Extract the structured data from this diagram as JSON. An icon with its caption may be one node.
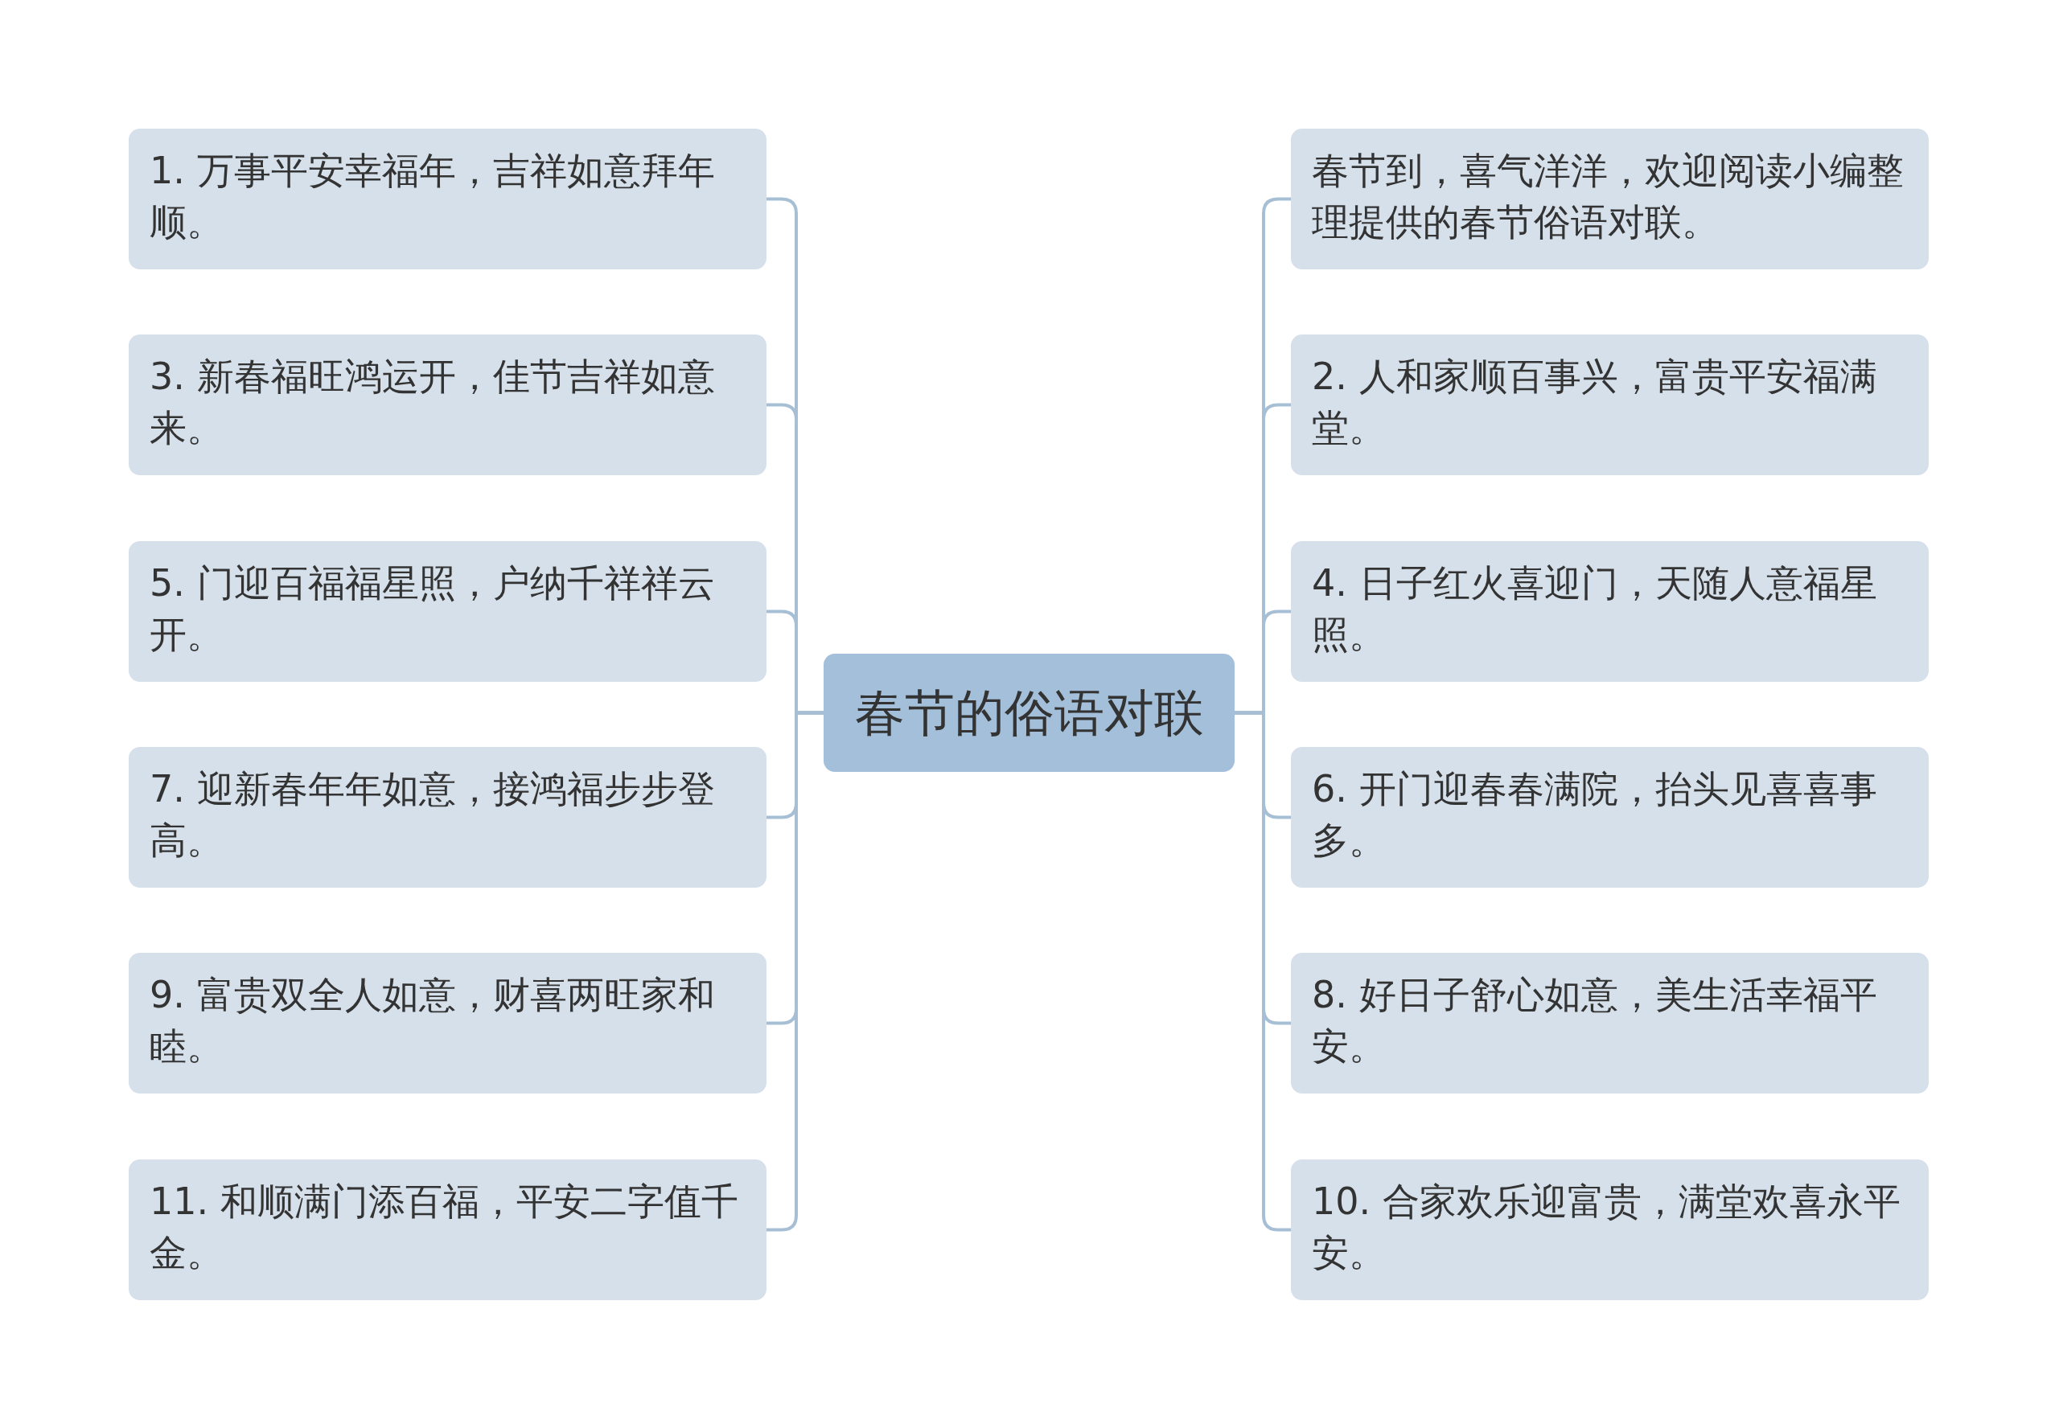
{
  "diagram": {
    "nodes": [
      {
        "text": [
          "春节的俗语对联"
        ]
      },
      {
        "text": [
          "1. 万事平安幸福年，吉祥如意拜年顺。"
        ]
      },
      {
        "text": [
          "3. 新春福旺鸿运开，佳节吉祥如意来。"
        ]
      },
      {
        "text": [
          "5. 门迎百福福星照，户纳千祥祥云开。"
        ]
      },
      {
        "text": [
          "7. 迎新春年年如意，接鸿福步步登高。"
        ]
      },
      {
        "text": [
          "9. 富贵双全人如意，财喜两旺家和睦。"
        ]
      },
      {
        "text": [
          "11. 和顺满门添百福，平安二字值千金。"
        ]
      },
      {
        "text": [
          "春节到，喜气洋洋，欢迎阅读小编整理提供的春节俗语对联。"
        ]
      },
      {
        "text": [
          "2. 人和家顺百事兴，富贵平安福满堂。"
        ]
      },
      {
        "text": [
          "4. 日子红火喜迎门，天随人意福星照。"
        ]
      },
      {
        "text": [
          "6. 开门迎春春满院，抬头见喜喜事多。"
        ]
      },
      {
        "text": [
          "8. 好日子舒心如意，美生活幸福平安。"
        ]
      },
      {
        "text": [
          "10. 合家欢乐迎富贵，满堂欢喜永平安。"
        ]
      }
    ],
    "edges": [
      {
        "from": 0,
        "to": 1,
        "arrow": "none"
      },
      {
        "from": 0,
        "to": 2,
        "arrow": "none"
      },
      {
        "from": 0,
        "to": 3,
        "arrow": "none"
      },
      {
        "from": 0,
        "to": 4,
        "arrow": "none"
      },
      {
        "from": 0,
        "to": 5,
        "arrow": "none"
      },
      {
        "from": 0,
        "to": 6,
        "arrow": "none"
      },
      {
        "from": 0,
        "to": 7,
        "arrow": "none"
      },
      {
        "from": 0,
        "to": 8,
        "arrow": "none"
      },
      {
        "from": 0,
        "to": 9,
        "arrow": "none"
      },
      {
        "from": 0,
        "to": 10,
        "arrow": "none"
      },
      {
        "from": 0,
        "to": 11,
        "arrow": "none"
      },
      {
        "from": 0,
        "to": 12,
        "arrow": "none"
      }
    ]
  }
}
